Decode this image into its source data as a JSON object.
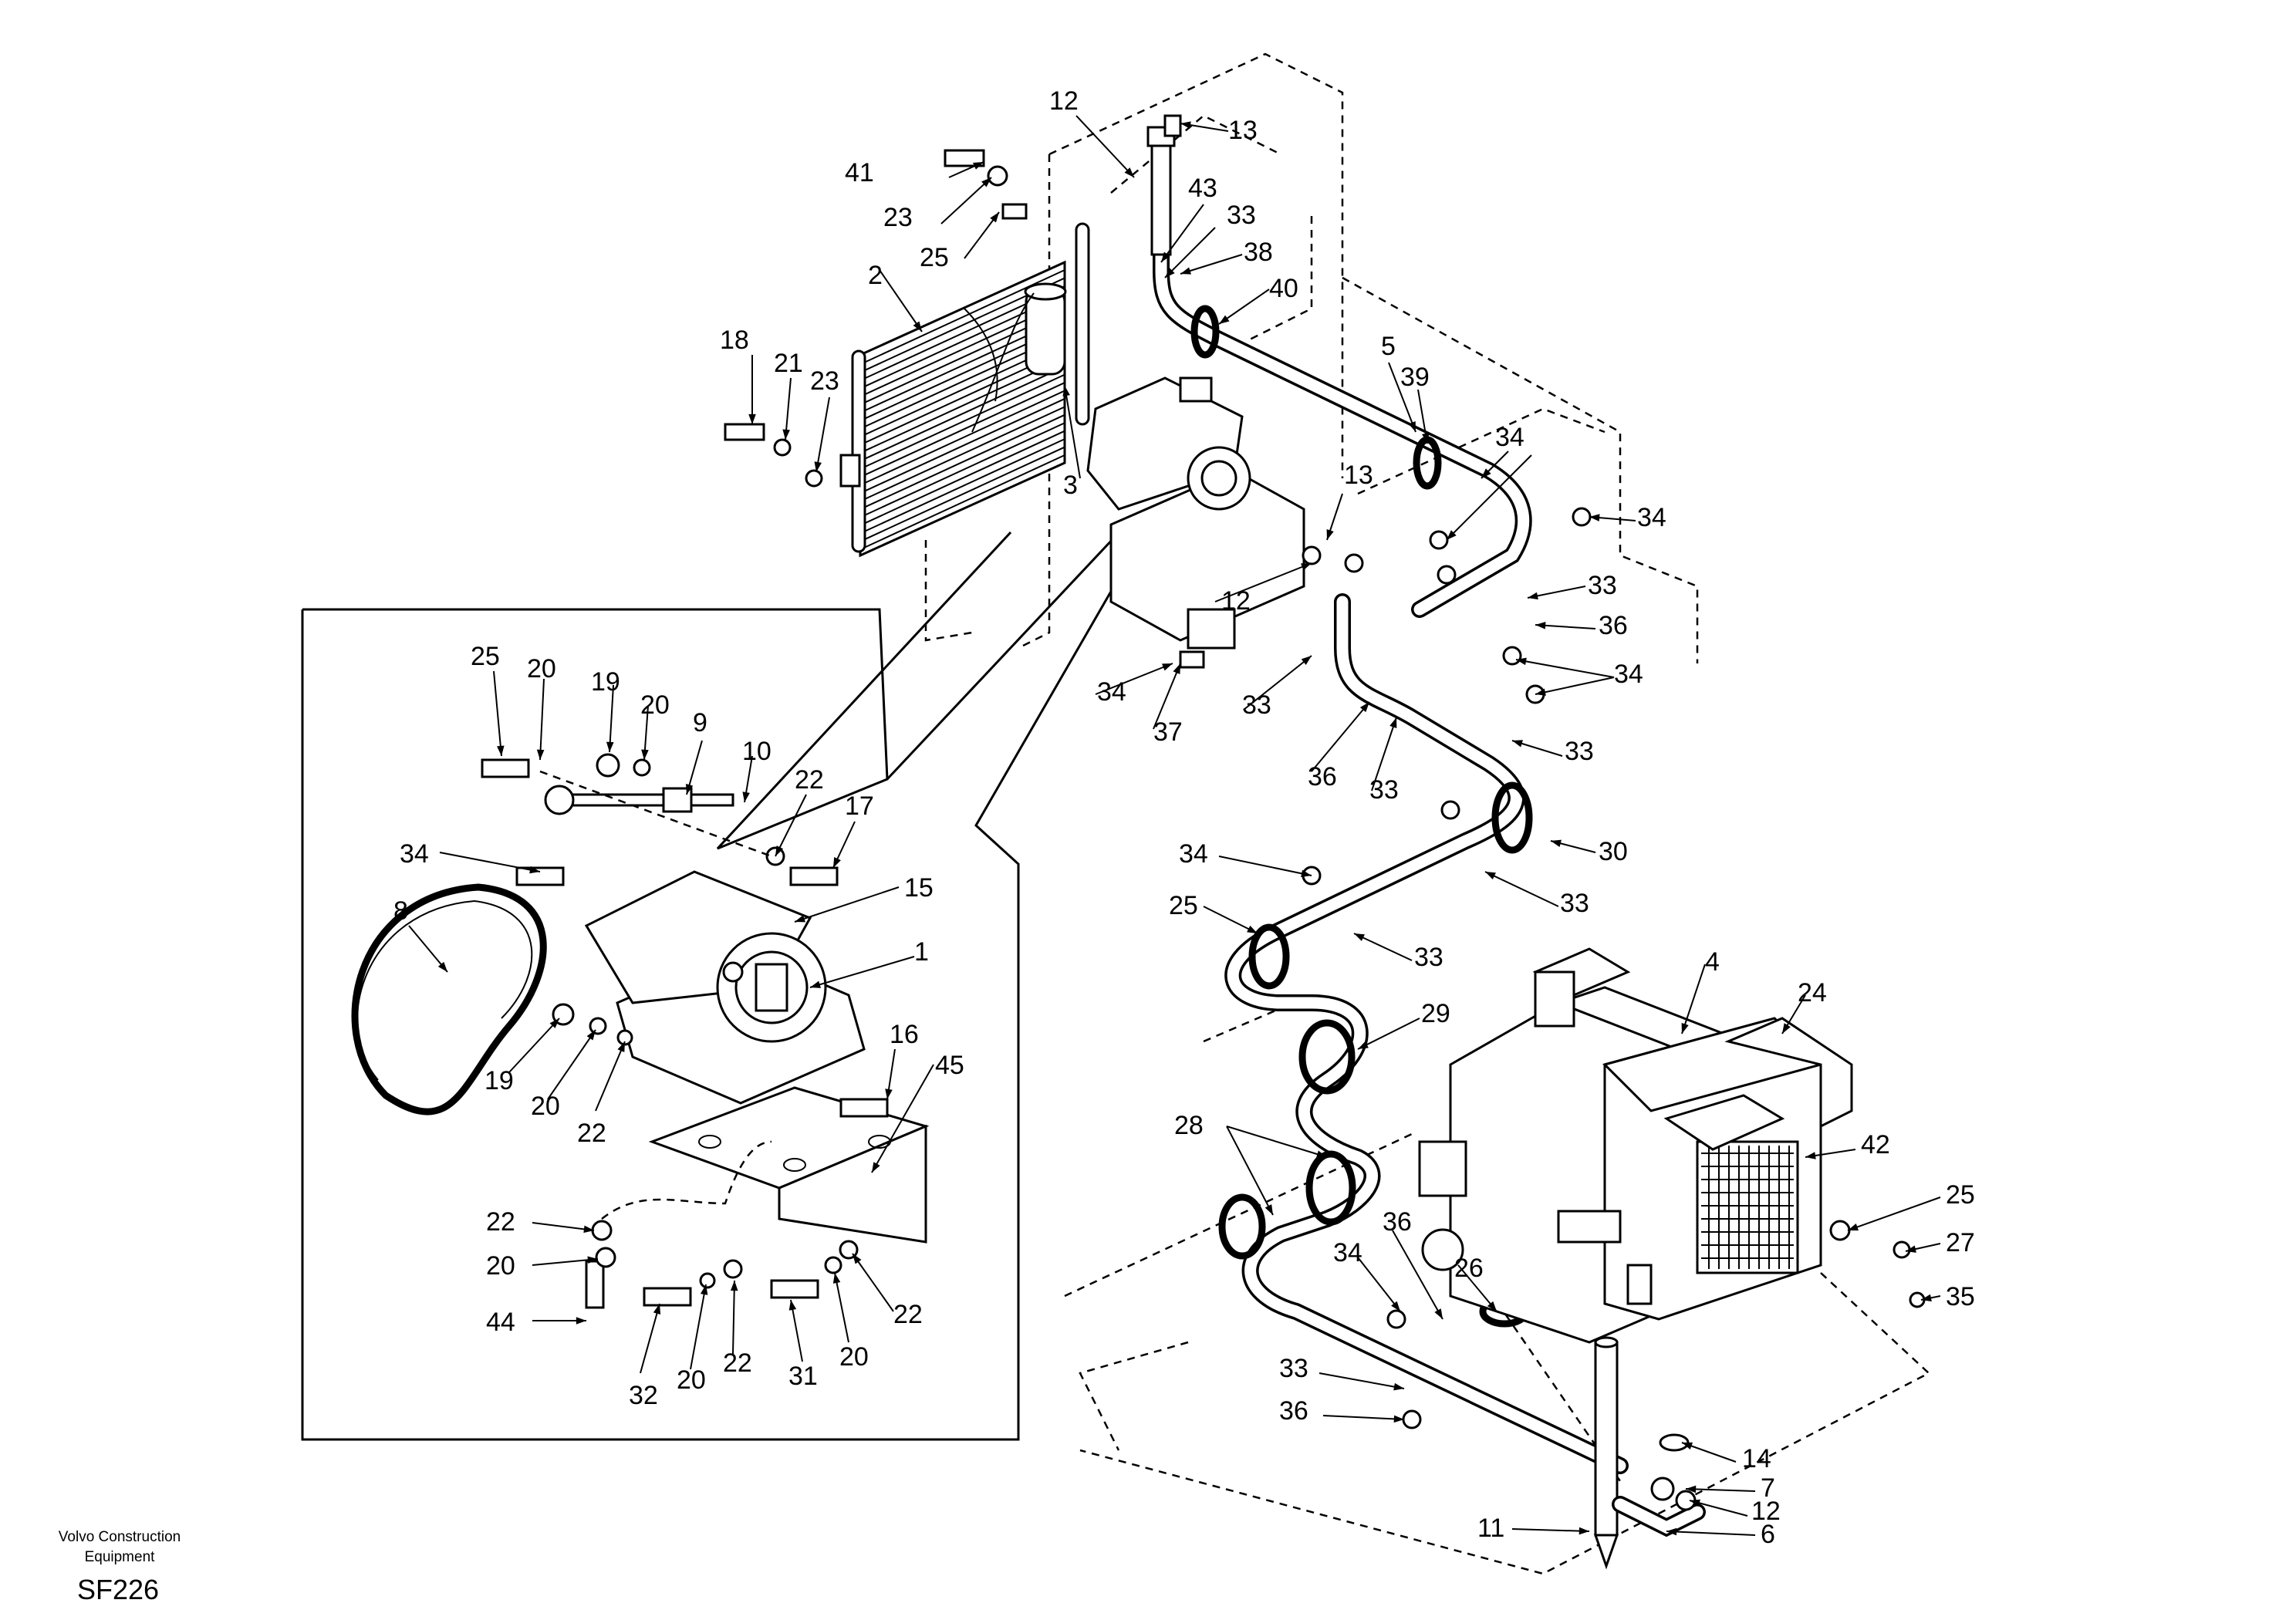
{
  "diagram": {
    "callouts": {
      "c1": "1",
      "c2": "2",
      "c3": "3",
      "c4": "4",
      "c5": "5",
      "c6": "6",
      "c7": "7",
      "c8": "8",
      "c9": "9",
      "c10": "10",
      "c11": "11",
      "c12a": "12",
      "c12b": "12",
      "c12c": "12",
      "c13a": "13",
      "c13b": "13",
      "c14": "14",
      "c15": "15",
      "c16": "16",
      "c17": "17",
      "c18": "18",
      "c19a": "19",
      "c19b": "19",
      "c20a": "20",
      "c20b": "20",
      "c20c": "20",
      "c20d": "20",
      "c20e": "20",
      "c20f": "20",
      "c21": "21",
      "c22a": "22",
      "c22b": "22",
      "c22c": "22",
      "c22d": "22",
      "c22e": "22",
      "c23a": "23",
      "c23b": "23",
      "c24": "24",
      "c25a": "25",
      "c25b": "25",
      "c25c": "25",
      "c25d": "25",
      "c26": "26",
      "c27": "27",
      "c28": "28",
      "c29": "29",
      "c30": "30",
      "c31": "31",
      "c32": "32",
      "c33a": "33",
      "c33b": "33",
      "c33c": "33",
      "c33d": "33",
      "c33e": "33",
      "c33f": "33",
      "c33g": "33",
      "c33h": "33",
      "c34a": "34",
      "c34b": "34",
      "c34c": "34",
      "c34d": "34",
      "c34e": "34",
      "c34f": "34",
      "c34g": "34",
      "c35": "35",
      "c36a": "36",
      "c36b": "36",
      "c36c": "36",
      "c36d": "36",
      "c37": "37",
      "c38": "38",
      "c39": "39",
      "c40": "40",
      "c41": "41",
      "c42": "42",
      "c43": "43",
      "c44": "44",
      "c45": "45"
    },
    "footer": {
      "company": "Volvo Construction Equipment",
      "code": "SF226"
    }
  }
}
